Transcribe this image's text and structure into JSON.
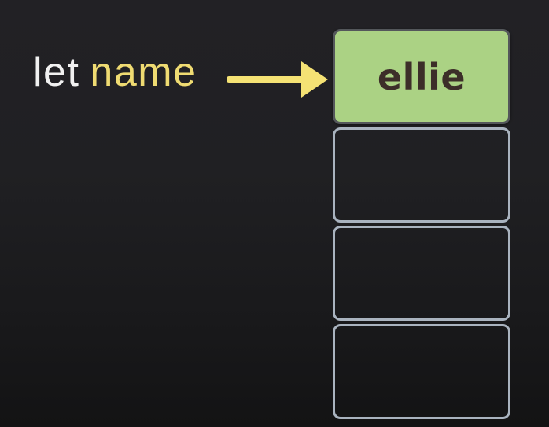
{
  "declaration": {
    "keyword": "let",
    "variable_name": "name"
  },
  "arrow": {
    "icon": "arrow-right-icon",
    "color": "#f5e274"
  },
  "memory_column": {
    "cells": [
      {
        "value": "ellie",
        "state": "filled"
      },
      {
        "value": "",
        "state": "empty"
      },
      {
        "value": "",
        "state": "empty"
      },
      {
        "value": "",
        "state": "empty"
      }
    ]
  },
  "colors": {
    "background_top": "#222125",
    "background_bottom": "#131314",
    "keyword_text": "#f1f1f1",
    "variable_text": "#efdb72",
    "arrow": "#f5e274",
    "filled_cell_background": "#abd284",
    "filled_cell_border": "#54575b",
    "filled_cell_text": "#3c2e29",
    "empty_cell_border": "#a9b3bf"
  }
}
